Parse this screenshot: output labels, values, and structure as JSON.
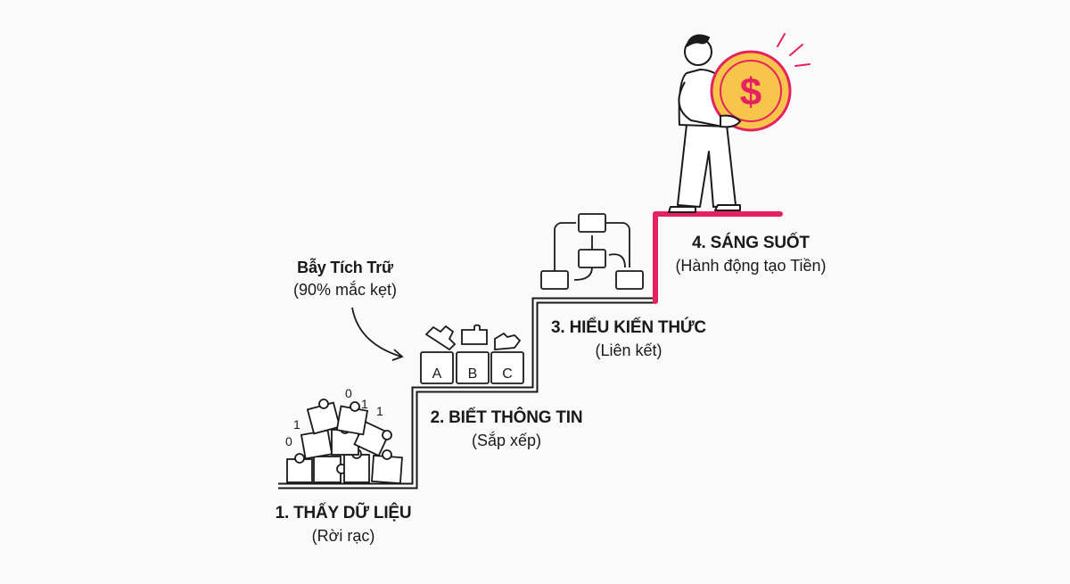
{
  "steps": [
    {
      "title": "1. THẤY DỮ LIỆU",
      "subtitle": "(Rời rạc)"
    },
    {
      "title": "2. BIẾT THÔNG TIN",
      "subtitle": "(Sắp xếp)"
    },
    {
      "title": "3. HIỂU KIẾN THỨC",
      "subtitle": "(Liên kết)"
    },
    {
      "title": "4. SÁNG SUỐT",
      "subtitle": "(Hành động tạo Tiền)"
    }
  ],
  "trap": {
    "title": "Bẫy Tích Trữ",
    "subtitle": "(90% mắc kẹt)"
  },
  "binary_digits": [
    "0",
    "1",
    "1",
    "1",
    "0"
  ],
  "folders": [
    "A",
    "B",
    "C"
  ],
  "coin_symbol": "$",
  "colors": {
    "accent": "#E5225F",
    "coin": "#F6C54A",
    "ink": "#1a1a1a"
  }
}
